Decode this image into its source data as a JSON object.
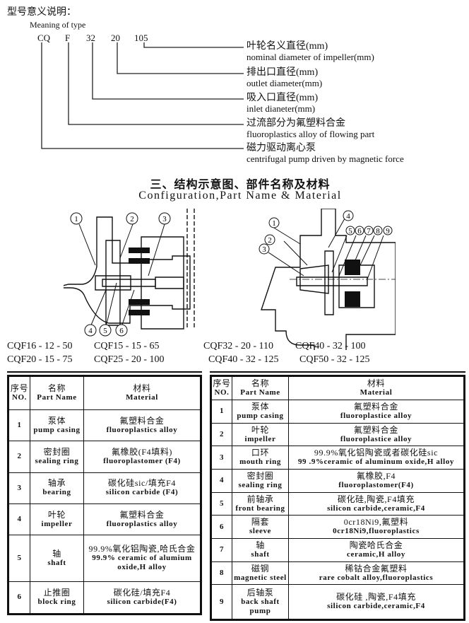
{
  "type_meaning": {
    "heading_cn": "型号意义说明：",
    "heading_en": "Meaning of type",
    "codes": [
      "CQ",
      "F",
      "32",
      "20",
      "105"
    ],
    "labels": [
      {
        "cn": "叶轮名义直径(mm)",
        "en": "nominal diameter of impeller(mm)"
      },
      {
        "cn": "排出口直径(mm)",
        "en": "outlet diameter(mm)"
      },
      {
        "cn": "吸入口直径(mm)",
        "en": "inlet dianeter(mm)"
      },
      {
        "cn": "过流部分为氟塑料合金",
        "en": "fluoroplastics alloy of flowing part"
      },
      {
        "cn": "磁力驱动离心泵",
        "en": "centrifugal pump driven by magnetic force"
      }
    ]
  },
  "section": {
    "title_cn": "三、结构示意图、部件名称及材料",
    "title_en": "Configuration,Part Name & Material"
  },
  "diagrams": {
    "left": {
      "callouts": [
        "1",
        "2",
        "3",
        "4",
        "5",
        "6"
      ],
      "models": [
        "CQF16 - 12 - 50",
        "CQF15 - 15 - 65",
        "CQF20 - 15 - 75",
        "CQF25 - 20 - 100"
      ]
    },
    "right": {
      "callouts": [
        "1",
        "2",
        "3",
        "4",
        "5",
        "6",
        "7",
        "8",
        "9"
      ],
      "models": [
        "CQF32 - 20 - 110",
        "CQF40 - 32 - 100",
        "CQF40 - 32 - 125",
        "CQF50 - 32 - 125"
      ]
    }
  },
  "table_headers": {
    "no_cn": "序号",
    "no_en": "NO.",
    "name_cn": "名称",
    "name_en": "Part Name",
    "mat_cn": "材料",
    "mat_en": "Material"
  },
  "table_left": [
    {
      "no": "1",
      "name_cn": "泵体",
      "name_en": "pump casing",
      "mat_cn": "氟塑料合金",
      "mat_en": "fluoroplastics alloy"
    },
    {
      "no": "2",
      "name_cn": "密封圈",
      "name_en": "sealing ring",
      "mat_cn": "氟橡胶(F4填料)",
      "mat_en": "fluoroplastomer (F4)"
    },
    {
      "no": "3",
      "name_cn": "轴承",
      "name_en": "bearing",
      "mat_cn": "碳化硅sic/填充F4",
      "mat_en": "silicon carbide (F4)"
    },
    {
      "no": "4",
      "name_cn": "叶轮",
      "name_en": "impeller",
      "mat_cn": "氟塑料合金",
      "mat_en": "fluoroplastics alloy"
    },
    {
      "no": "5",
      "name_cn": "轴",
      "name_en": "shaft",
      "mat_cn": "99.9%氧化铝陶瓷,哈氏合金",
      "mat_en": "99.9% ceramic of alumium oxide,H alloy"
    },
    {
      "no": "6",
      "name_cn": "止推圈",
      "name_en": "block ring",
      "mat_cn": "碳化硅/填充F4",
      "mat_en": "silicon carbide(F4)"
    }
  ],
  "table_right": [
    {
      "no": "1",
      "name_cn": "泵体",
      "name_en": "pump casing",
      "mat_cn": "氟塑料合金",
      "mat_en": "fluoroplastice alloy"
    },
    {
      "no": "2",
      "name_cn": "叶轮",
      "name_en": "impeller",
      "mat_cn": "氟塑料合金",
      "mat_en": "fluoroplastice alloy"
    },
    {
      "no": "3",
      "name_cn": "口环",
      "name_en": "mouth ring",
      "mat_cn": "99.9%氧化铝陶瓷或者碳化硅sic",
      "mat_en": "99 .9%ceramic of aluminum oxide,H alloy"
    },
    {
      "no": "4",
      "name_cn": "密封圈",
      "name_en": "sealing ring",
      "mat_cn": "氟橡胶,F4",
      "mat_en": "fluoroplastomer(F4)"
    },
    {
      "no": "5",
      "name_cn": "前轴承",
      "name_en": "front bearing",
      "mat_cn": "碳化硅,陶瓷,F4填充",
      "mat_en": "silicon carbide,ceramic,F4"
    },
    {
      "no": "6",
      "name_cn": "隔套",
      "name_en": "sleeve",
      "mat_cn": "0cr18Ni9,氟塑料",
      "mat_en": "0cr18Ni9,fluoroplastics"
    },
    {
      "no": "7",
      "name_cn": "轴",
      "name_en": "shaft",
      "mat_cn": "陶瓷哈氏合金",
      "mat_en": "ceramic,H alloy"
    },
    {
      "no": "8",
      "name_cn": "磁钢",
      "name_en": "magnetic steel",
      "mat_cn": "稀钴合金氟塑料",
      "mat_en": "rare cobalt alloy,fluoroplastics"
    },
    {
      "no": "9",
      "name_cn": "后轴泵",
      "name_en": "back shaft pump",
      "mat_cn": "碳化硅 ,陶瓷,F4填充",
      "mat_en": "silicon carbide,ceramic,F4"
    }
  ]
}
